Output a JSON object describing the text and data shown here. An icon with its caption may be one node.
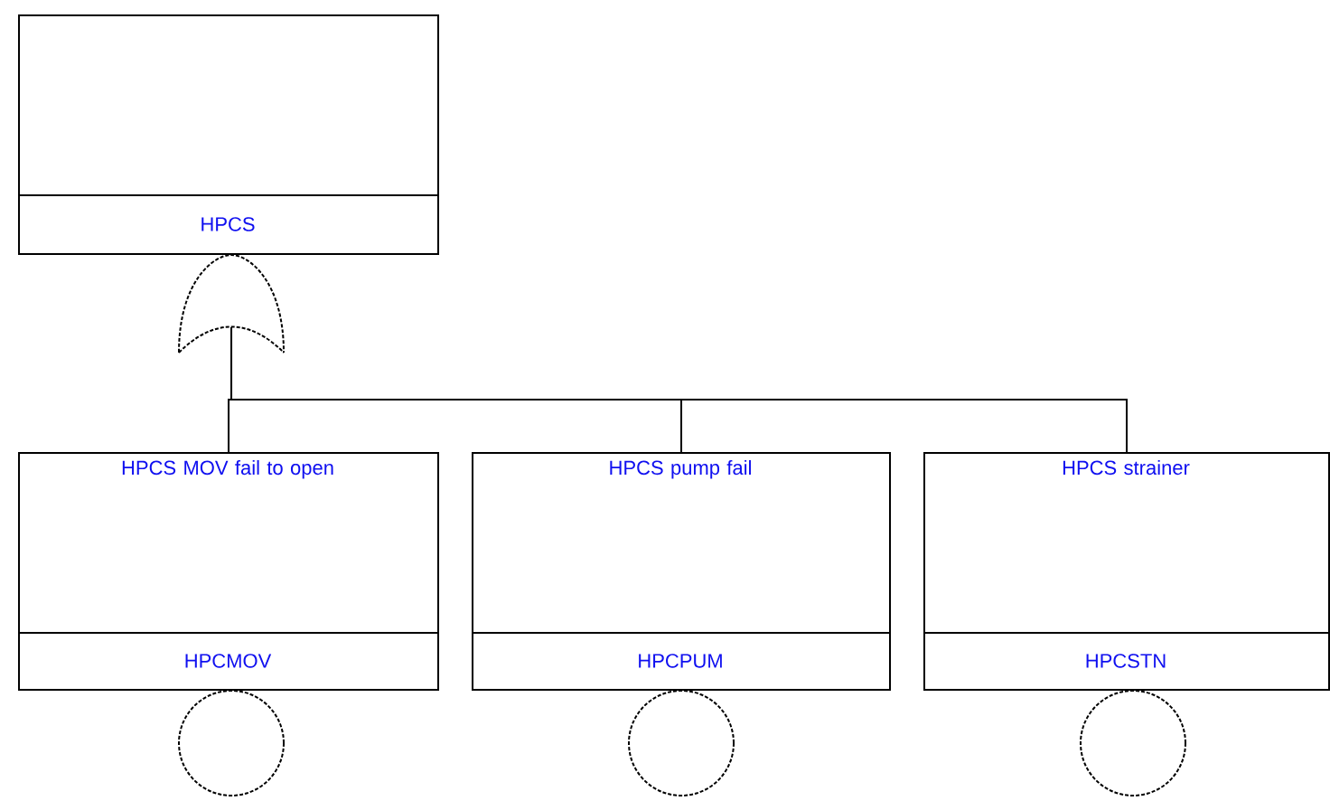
{
  "diagram": {
    "nodes": [
      {
        "text": [
          "HPCS"
        ]
      },
      {
        "text": [],
        "shape": "gate"
      },
      {
        "text": [
          "HPCS MOV fail to open",
          "HPCMOV"
        ]
      },
      {
        "text": [
          "HPCS pump fail",
          "HPCPUM"
        ]
      },
      {
        "text": [
          "HPCS strainer",
          "HPCSTN"
        ]
      },
      {
        "text": [],
        "shape": "circle"
      },
      {
        "text": [],
        "shape": "circle"
      },
      {
        "text": [],
        "shape": "circle"
      }
    ],
    "edges": [
      {
        "from": 2,
        "to": 1,
        "arrow": "none"
      },
      {
        "from": 3,
        "to": 1,
        "arrow": "none"
      },
      {
        "from": 4,
        "to": 1,
        "arrow": "none"
      }
    ]
  }
}
